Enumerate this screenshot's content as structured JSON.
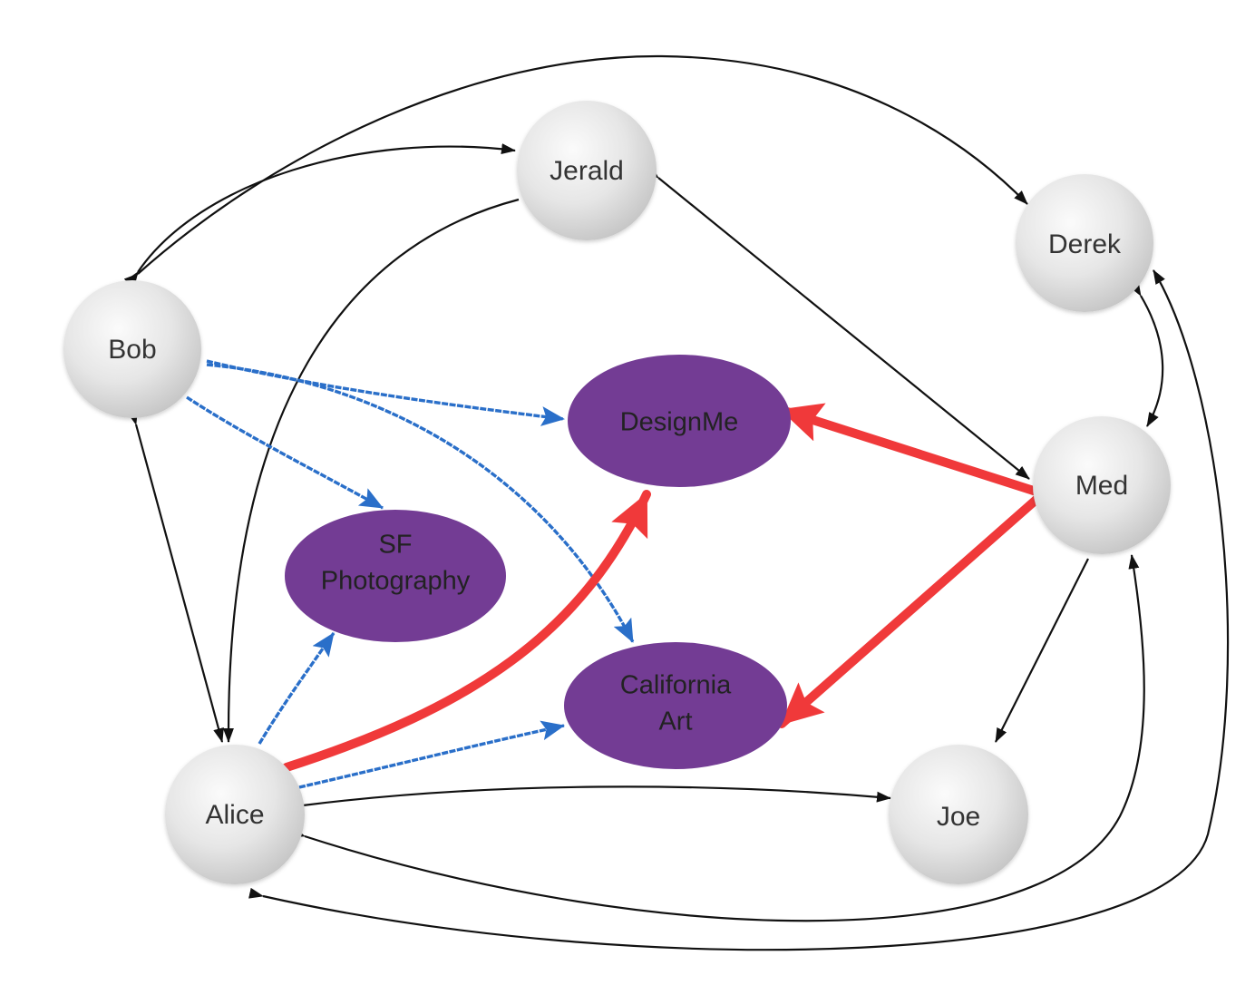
{
  "colors": {
    "group_fill": "#733c94",
    "friend_edge": "#111111",
    "membership_edge": "#2a6fc9",
    "recommendation_edge": "#f0393a"
  },
  "people": {
    "jerald": "Jerald",
    "derek": "Derek",
    "bob": "Bob",
    "med": "Med",
    "alice": "Alice",
    "joe": "Joe"
  },
  "groups": {
    "designme": [
      "DesignMe"
    ],
    "sf_photography": [
      "SF",
      "Photography"
    ],
    "california_art": [
      "California",
      "Art"
    ]
  }
}
